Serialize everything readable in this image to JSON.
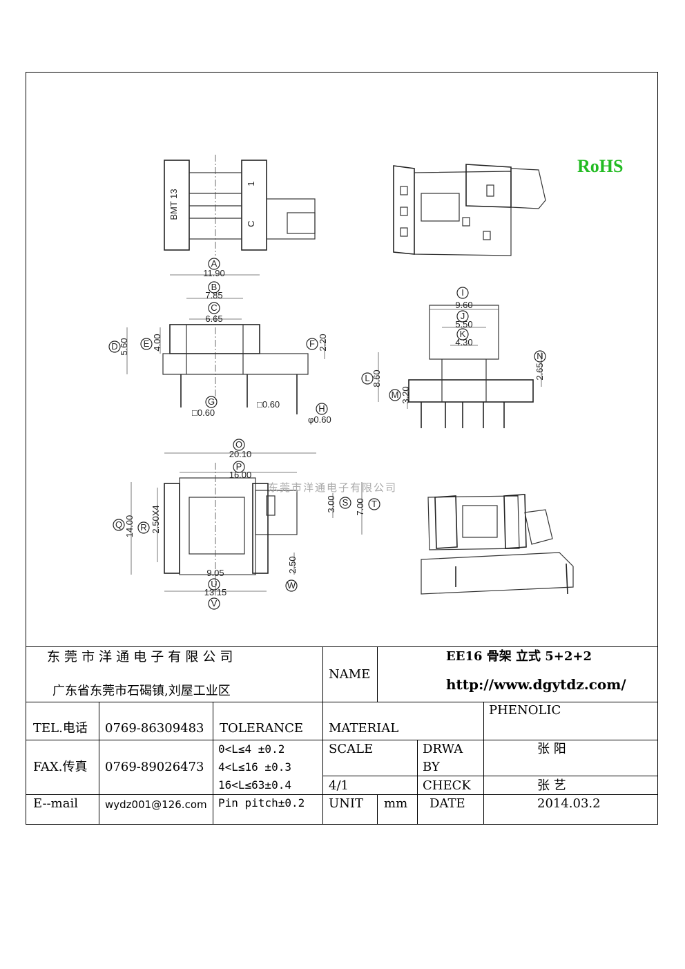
{
  "rohs": "RoHS",
  "watermark": "东莞市洋通电子有限公司",
  "dims": [
    {
      "letter": "A",
      "value": "11.90"
    },
    {
      "letter": "B",
      "value": "7.85"
    },
    {
      "letter": "C",
      "value": "6.65"
    },
    {
      "letter": "D",
      "value": "5.60"
    },
    {
      "letter": "E",
      "value": "4.00"
    },
    {
      "letter": "F",
      "value": "2.20"
    },
    {
      "letter": "G",
      "value": "□0.60"
    },
    {
      "letter": "H",
      "value": "φ0.60"
    },
    {
      "letter": "I",
      "value": "9.60"
    },
    {
      "letter": "J",
      "value": "5.50"
    },
    {
      "letter": "K",
      "value": "4.30"
    },
    {
      "letter": "L",
      "value": "8.60"
    },
    {
      "letter": "M",
      "value": "3.20"
    },
    {
      "letter": "N",
      "value": "2.65"
    },
    {
      "letter": "O",
      "value": "20.10"
    },
    {
      "letter": "P",
      "value": "16.00"
    },
    {
      "letter": "Q",
      "value": "14.00"
    },
    {
      "letter": "R",
      "value": "2.50X4"
    },
    {
      "letter": "S",
      "value": "3.00"
    },
    {
      "letter": "T",
      "value": "7.00"
    },
    {
      "letter": "U",
      "value": "9.05"
    },
    {
      "letter": "V",
      "value": "13.15"
    },
    {
      "letter": "W",
      "value": "2.50"
    }
  ],
  "extra_dim": "□0.60",
  "marking_top": "BMT 13",
  "marking_pin": "1",
  "marking_c": "C",
  "title_block": {
    "company": "东 莞 市 洋 通 电 子 有 限 公 司",
    "address": "广东省东莞市石碣镇,刘屋工业区",
    "name_label": "NAME",
    "name_value": "EE16 骨架  立式 5+2+2",
    "url": "http://www.dgytdz.com/",
    "tel_label": "TEL.电话",
    "tel_value": "0769-86309483",
    "tolerance_label": "TOLERANCE",
    "material_label": "MATERIAL",
    "material_value": "PHENOLIC",
    "fax_label": "FAX.传真",
    "fax_value": "0769-89026473",
    "tolerance_rows": [
      "0<L≤4   ±0.2",
      "4<L≤16  ±0.3",
      "16<L≤63±0.4",
      "Pin pitch±0.2"
    ],
    "scale_label": "SCALE",
    "scale_value": "4/1",
    "drawn_label_1": "DRWA",
    "drawn_label_2": "BY",
    "drawn_value": "张 阳",
    "check_label": "CHECK",
    "check_value": "张 艺",
    "email_label": "E--mail",
    "email_value": "wydz001@126.com",
    "unit_label": "UNIT",
    "unit_value": "mm",
    "date_label": "DATE",
    "date_value": "2014.03.2"
  }
}
